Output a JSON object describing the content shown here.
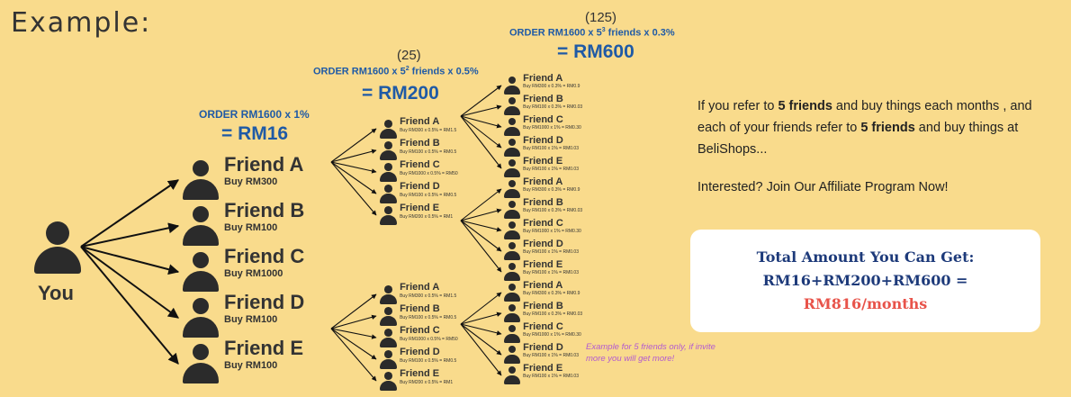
{
  "title": "Example:",
  "you_label": "You",
  "level1": {
    "formula": "ORDER RM1600 x 1%",
    "result": "= RM16",
    "friends": [
      {
        "name": "Friend A",
        "buy": "Buy RM300"
      },
      {
        "name": "Friend B",
        "buy": "Buy RM100"
      },
      {
        "name": "Friend C",
        "buy": "Buy RM1000"
      },
      {
        "name": "Friend D",
        "buy": "Buy RM100"
      },
      {
        "name": "Friend E",
        "buy": "Buy RM100"
      }
    ]
  },
  "level2": {
    "count": "(25)",
    "formula_pre": "ORDER RM1600  x 5",
    "formula_exp": "2",
    "formula_post": " friends x 0.5%",
    "result": "= RM200",
    "friends": [
      {
        "name": "Friend A",
        "buy": "Buy RM300 x 0.5% = RM1.5"
      },
      {
        "name": "Friend B",
        "buy": "Buy RM100 x 0.5% = RM0.5"
      },
      {
        "name": "Friend C",
        "buy": "Buy RM1000 x 0.5% = RM50"
      },
      {
        "name": "Friend D",
        "buy": "Buy RM100 x 0.5% = RM0.5"
      },
      {
        "name": "Friend E",
        "buy": "Buy RM200 x 0.5% = RM1"
      }
    ]
  },
  "level3": {
    "count": "(125)",
    "formula_pre": "ORDER RM1600 x 5",
    "formula_exp": "3",
    "formula_post": " friends x 0.3%",
    "result": "= RM600",
    "friends": [
      {
        "name": "Friend A",
        "buy": "Buy RM300 x 0.3% = RM0.9"
      },
      {
        "name": "Friend B",
        "buy": "Buy RM100 x 0.3% = RM0.03"
      },
      {
        "name": "Friend C",
        "buy": "Buy RM1000 x 1% = RM0.30"
      },
      {
        "name": "Friend D",
        "buy": "Buy RM100 x 1% = RM0.03"
      },
      {
        "name": "Friend E",
        "buy": "Buy RM100 x 1% = RM0.03"
      }
    ]
  },
  "info": {
    "p1_a": "If you refer to ",
    "p1_b": "5 friends",
    "p1_c": " and buy things each months , and each of your friends refer to ",
    "p1_d": "5 friends",
    "p1_e": " and buy things at BeliShops...",
    "p2": "Interested? Join Our Affiliate Program Now!"
  },
  "total": {
    "line1": "Total Amount You Can Get:",
    "line2": "RM16+RM200+RM600 =",
    "line3": "RM816/months"
  },
  "note": "Example for 5 friends only, if invite more you will get more!",
  "colors": {
    "background": "#f9db8c",
    "blue": "#1f5aa6",
    "red": "#e8534a",
    "navy": "#1d3a7a",
    "purple": "#b35ad0"
  }
}
